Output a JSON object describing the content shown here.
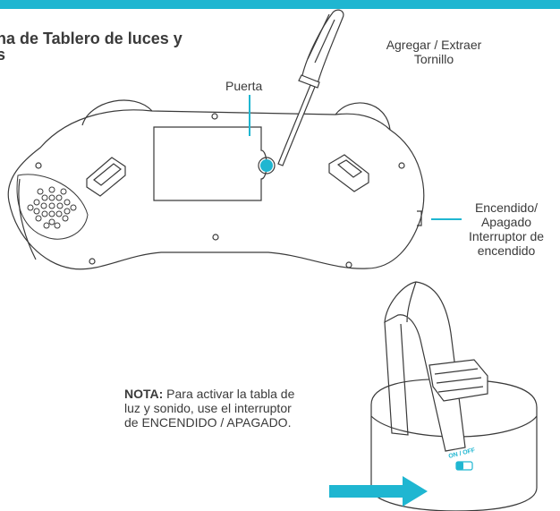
{
  "title": {
    "line1": "na de Tablero de luces y",
    "line2": "s"
  },
  "labels": {
    "door": "Puerta",
    "screw_line1": "Agregar / Extraer",
    "screw_line2": "Tornillo",
    "power_line1": "Encendido/",
    "power_line2": "Apagado",
    "power_line3": "Interruptor de",
    "power_line4": "encendido",
    "switch_text": "ON / OFF"
  },
  "note": {
    "bold": "NOTA:",
    "text": " Para activar la tabla de luz y sonido, use el interruptor de ENCENDIDO / APAGADO."
  },
  "colors": {
    "accent": "#1fb6d1",
    "line": "#3a3a3a",
    "text": "#3a3a3a"
  }
}
